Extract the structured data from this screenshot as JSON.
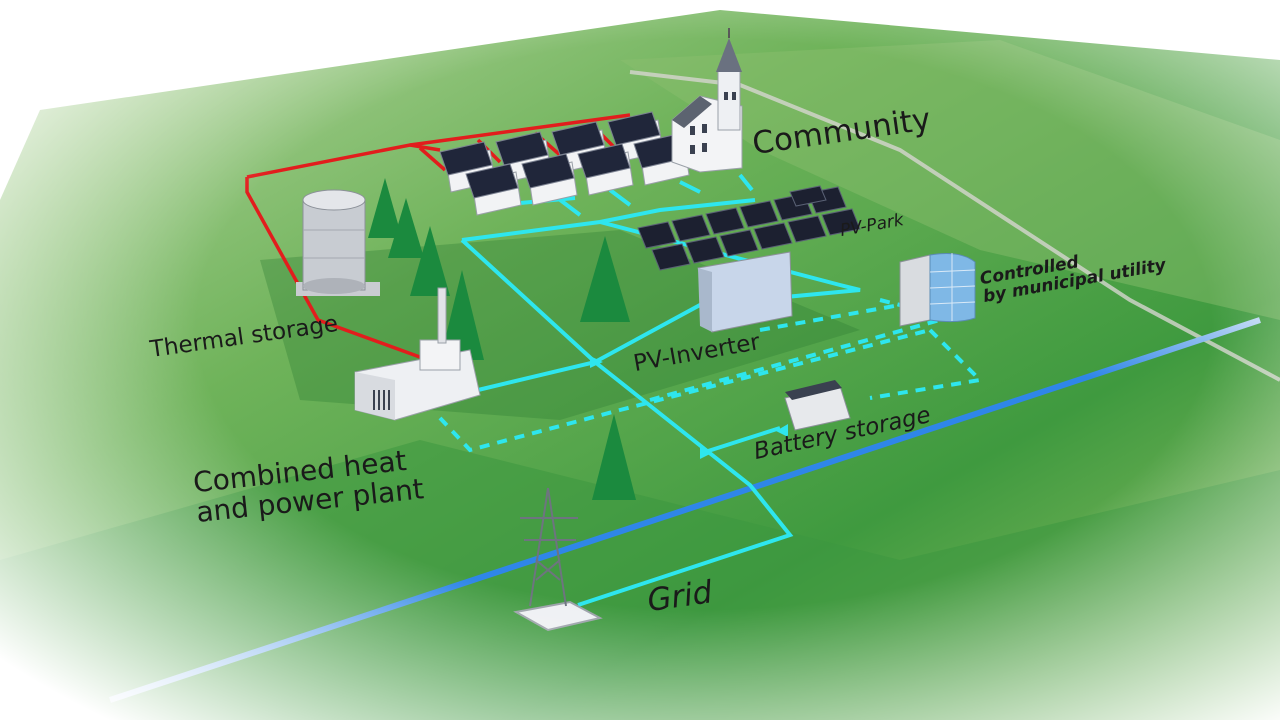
{
  "labels": {
    "community": "Community",
    "pv_park": "PV-Park",
    "controlled": "Controlled\nby municipal utility",
    "thermal_storage": "Thermal storage",
    "pv_inverter": "PV-Inverter",
    "battery_storage": "Battery storage",
    "chp": "Combined heat\nand power plant",
    "grid": "Grid"
  },
  "colors": {
    "heat_line": "#e21d1d",
    "power_line": "#2ee6ee",
    "grid_line": "#2f86e8",
    "tree": "#1b8a3e",
    "field_green": "#55a84a"
  }
}
